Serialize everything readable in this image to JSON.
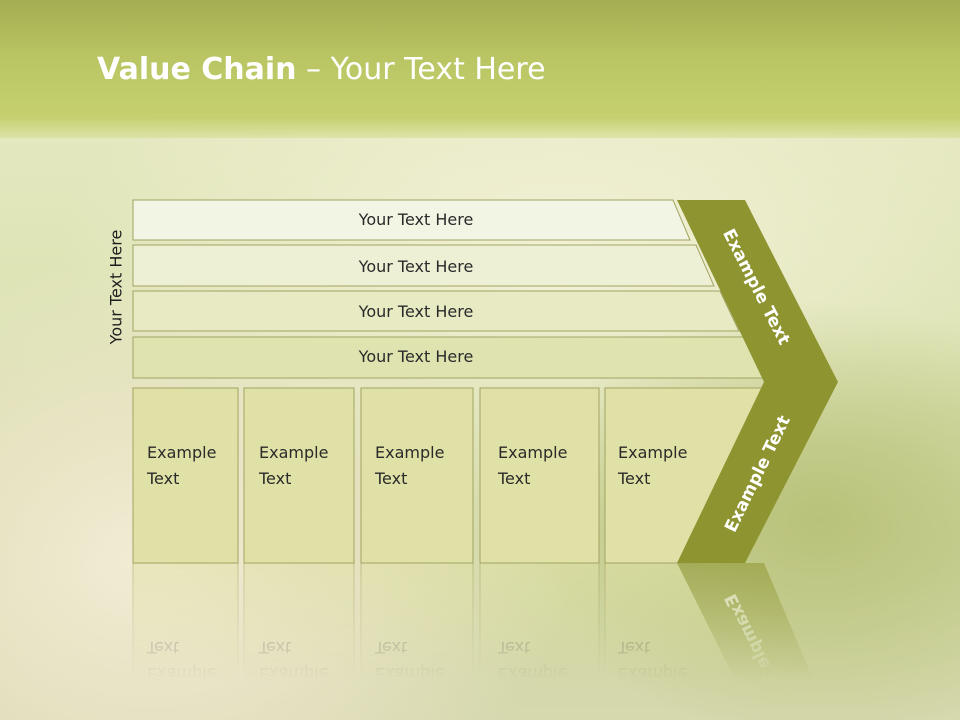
{
  "title": {
    "bold": "Value Chain",
    "rest": " – Your Text Here"
  },
  "side_label": "Your Text Here",
  "rows": [
    {
      "label": "Your Text Here"
    },
    {
      "label": "Your Text Here"
    },
    {
      "label": "Your Text Here"
    },
    {
      "label": "Your Text Here"
    }
  ],
  "boxes": [
    {
      "line1": "Example",
      "line2": "Text"
    },
    {
      "line1": "Example",
      "line2": "Text"
    },
    {
      "line1": "Example",
      "line2": "Text"
    },
    {
      "line1": "Example",
      "line2": "Text"
    },
    {
      "line1": "Example",
      "line2": "Text"
    }
  ],
  "chevron": {
    "top_label": "Example Text",
    "bottom_label": "Example Text"
  },
  "colors": {
    "accent": "#8e9430",
    "row_fills": [
      "#f3f5e4",
      "#eef0d6",
      "#e7eac2",
      "#dfe3b0"
    ],
    "box_fill": "#e0e1a6"
  }
}
